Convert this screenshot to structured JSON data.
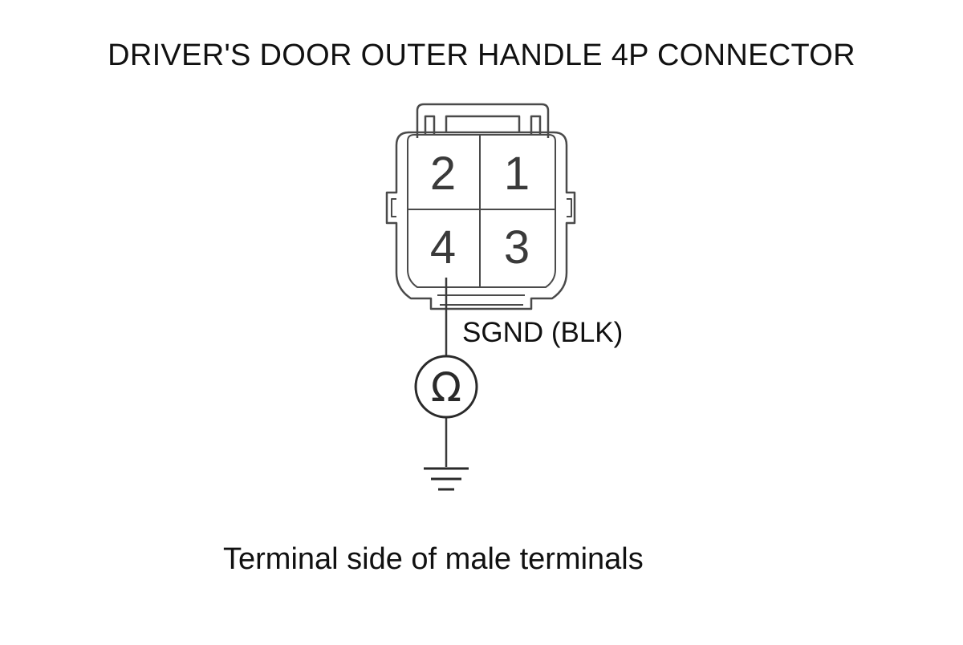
{
  "title": "DRIVER'S DOOR OUTER HANDLE 4P CONNECTOR",
  "connector": {
    "pins": [
      {
        "number": "2"
      },
      {
        "number": "1"
      },
      {
        "number": "4"
      },
      {
        "number": "3"
      }
    ]
  },
  "wire": {
    "label": "SGND (BLK)",
    "meter_symbol": "Ω"
  },
  "caption": "Terminal side of male terminals",
  "colors": {
    "line": "#3a3a3a",
    "text": "#111111",
    "background": "#ffffff"
  }
}
